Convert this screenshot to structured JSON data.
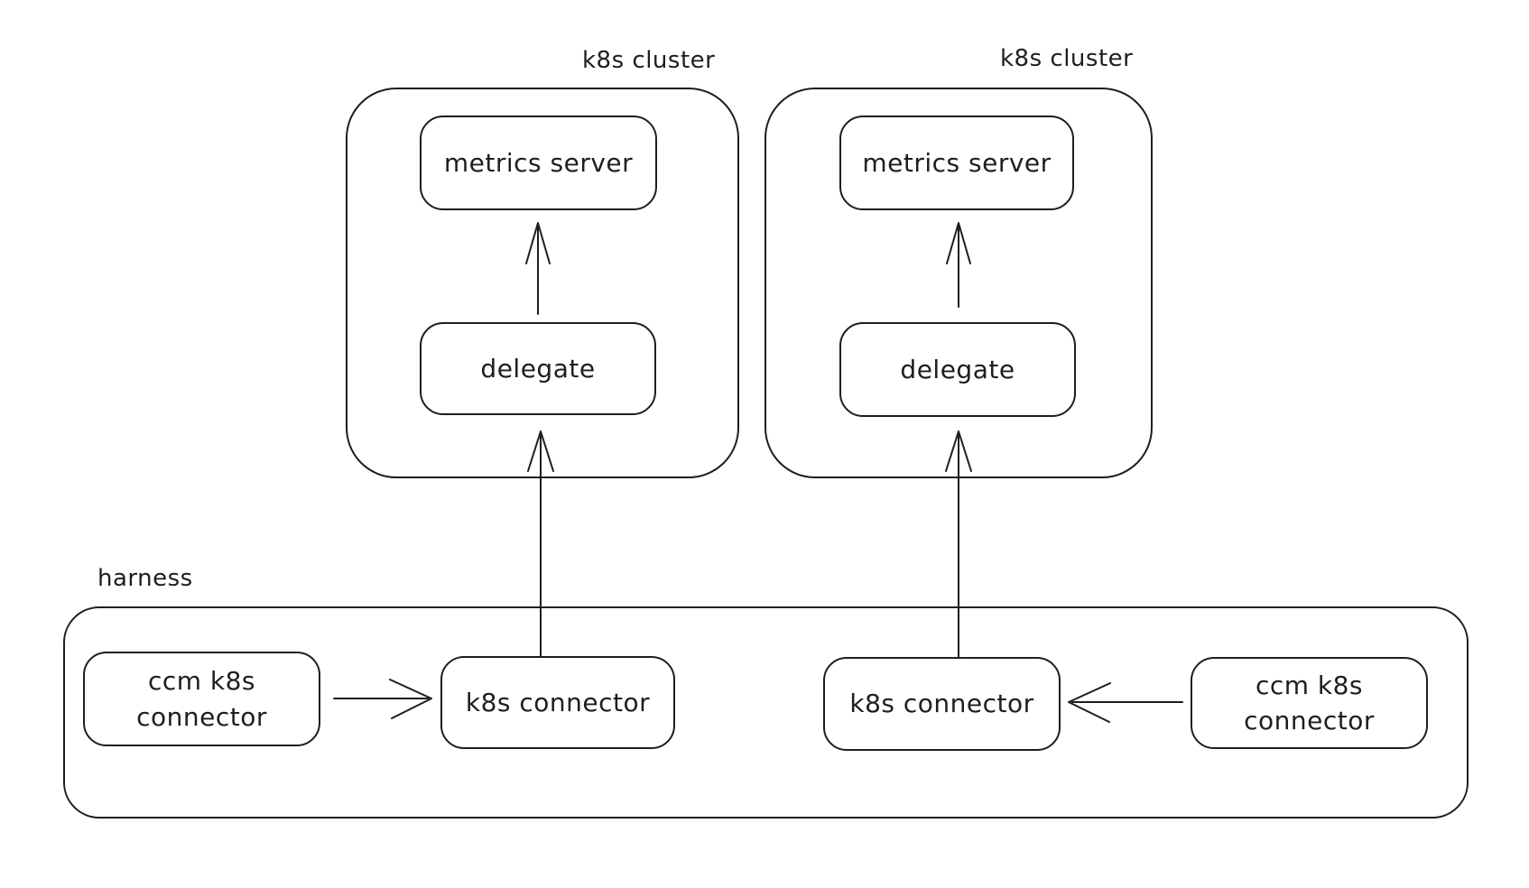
{
  "diagram": {
    "background_color": "#ffffff",
    "stroke_color": "#1e1e1e"
  },
  "clusters": [
    {
      "title": "k8s cluster",
      "metrics_server_label": "metrics server",
      "delegate_label": "delegate"
    },
    {
      "title": "k8s cluster",
      "metrics_server_label": "metrics server",
      "delegate_label": "delegate"
    }
  ],
  "harness": {
    "title": "harness",
    "connectors": [
      {
        "label": "ccm k8s\nconnector"
      },
      {
        "label": "k8s connector"
      },
      {
        "label": "k8s connector"
      },
      {
        "label": "ccm k8s\nconnector"
      }
    ]
  }
}
